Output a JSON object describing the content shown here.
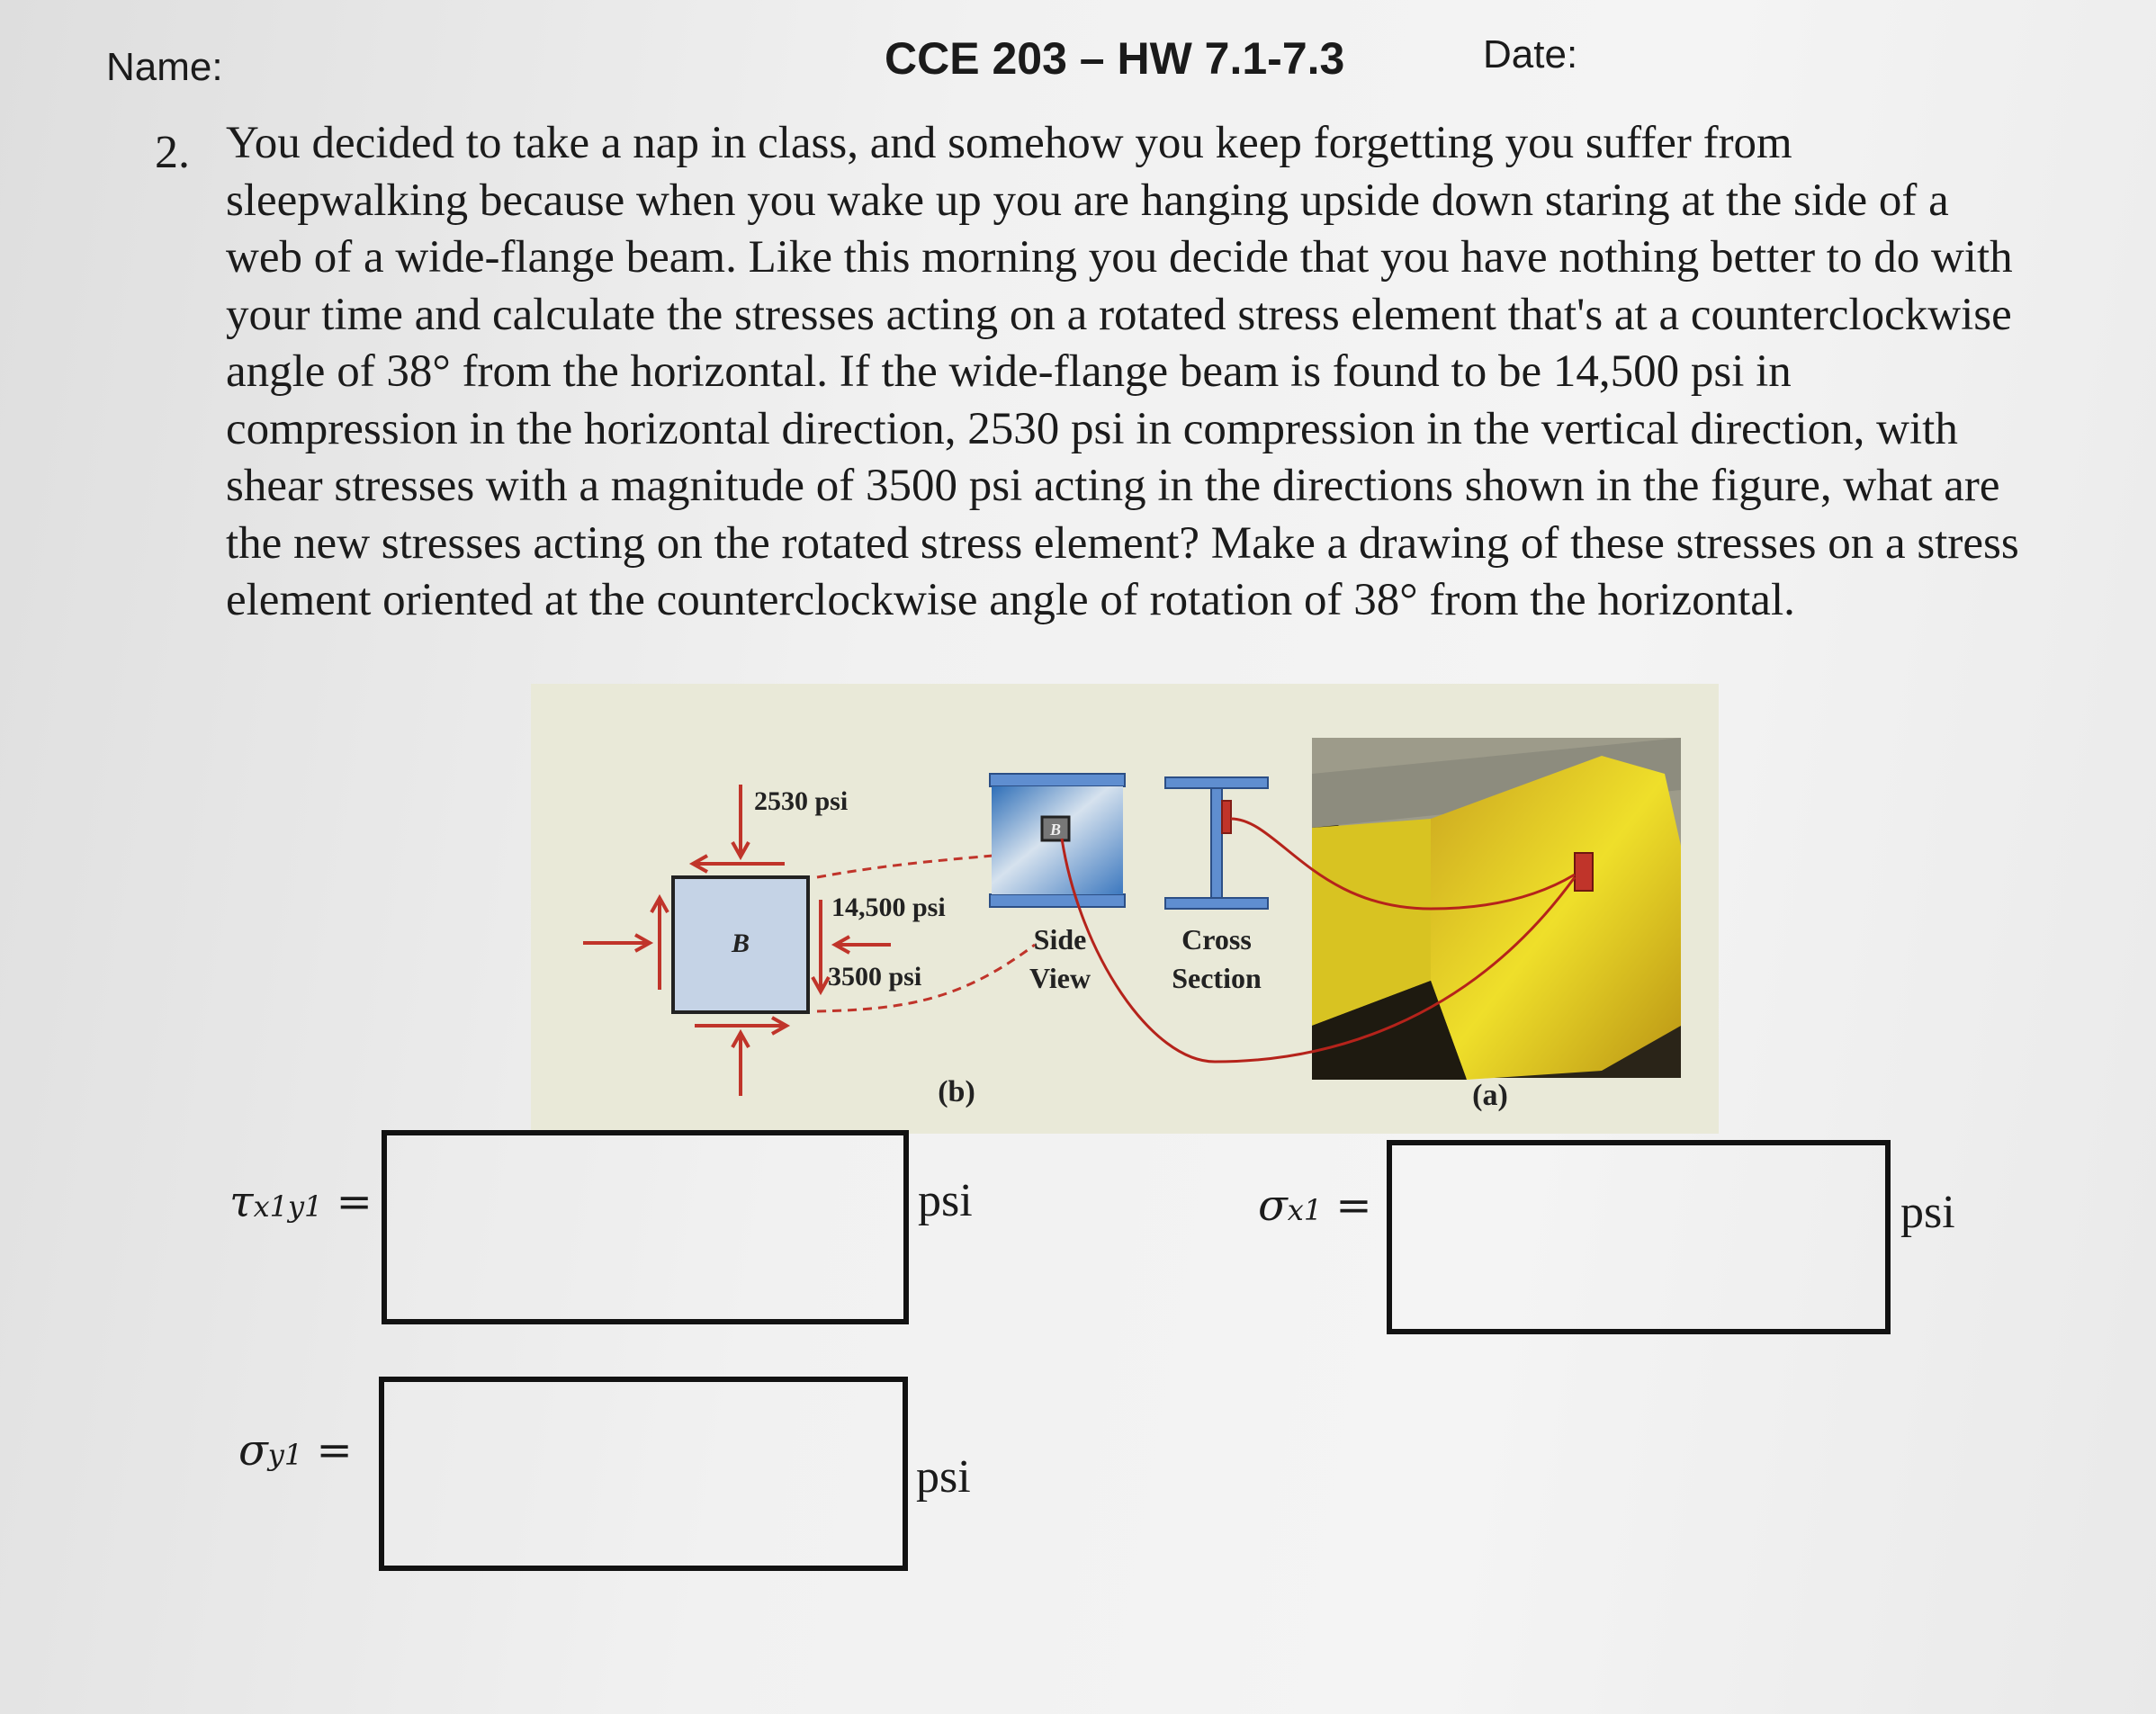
{
  "header": {
    "name_label": "Name:",
    "title": "CCE 203 – HW 7.1-7.3",
    "date_label": "Date:"
  },
  "question": {
    "number": "2.",
    "text": "You decided to take a nap in class, and somehow you keep forgetting you suffer from sleepwalking because when you wake up you are hanging upside down staring at the side of a web of a wide-flange beam. Like this morning you decide that you have nothing better to do with your time and calculate the stresses acting on a rotated stress element that's at a counterclockwise angle of 38° from the horizontal. If the wide-flange beam is found to be 14,500 psi in compression in the horizontal direction, 2530 psi in compression in the vertical direction, with shear stresses with a magnitude of 3500 psi acting in the directions shown in the figure, what are the new stresses acting on the rotated stress element? Make a drawing of these stresses on a stress element oriented at the counterclockwise angle of rotation of 38° from the horizontal."
  },
  "figure": {
    "sigma_y_label": "2530 psi",
    "sigma_x_label": "14,500 psi",
    "tau_label": "3500 psi",
    "element_label": "B",
    "side_view_line1": "Side",
    "side_view_line2": "View",
    "cross_section_line1": "Cross",
    "cross_section_line2": "Section",
    "web_marker": "B",
    "caption_b": "(b)",
    "caption_a": "(a)",
    "colors": {
      "beam_yellow": "#e2cf1f",
      "stress_arrow": "#c0342a",
      "element_fill": "#c5d3e6"
    }
  },
  "answers": {
    "tau": {
      "symbol": "τ",
      "sub": "x1y1",
      "eq": " =",
      "unit": "psi"
    },
    "sigma_x": {
      "symbol": "σ",
      "sub": "x1",
      "eq": " =",
      "unit": "psi"
    },
    "sigma_y": {
      "symbol": "σ",
      "sub": "y1",
      "eq": " =",
      "unit": "psi"
    }
  }
}
